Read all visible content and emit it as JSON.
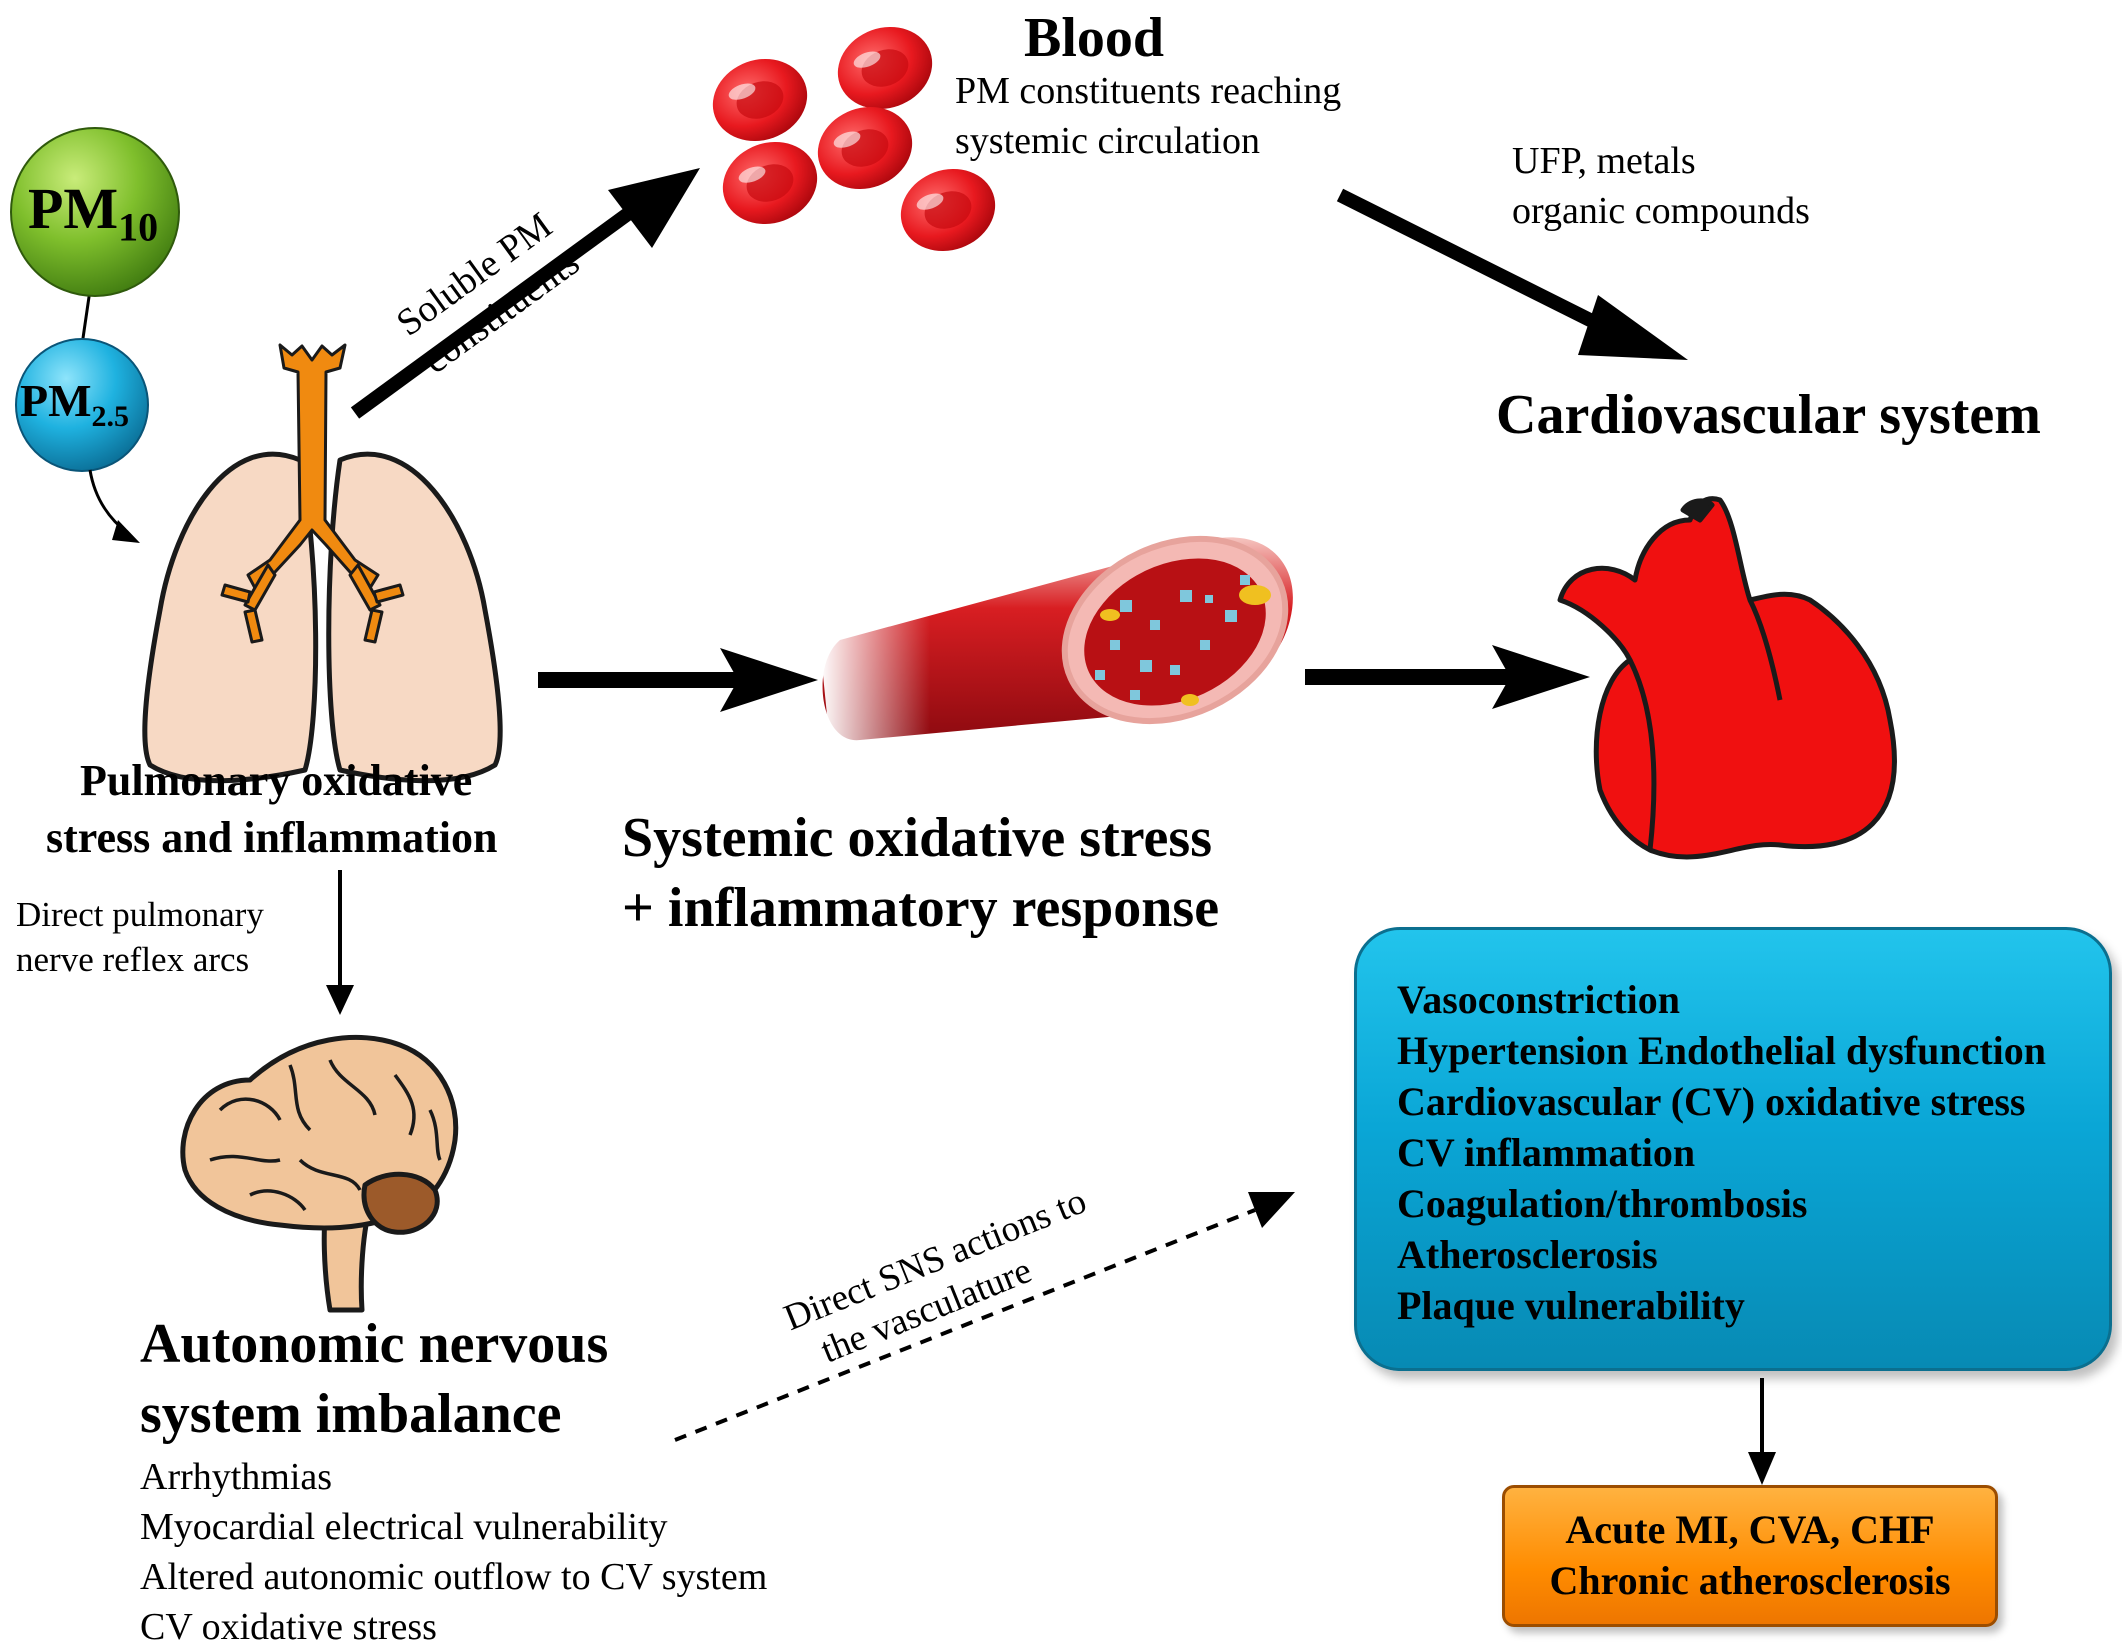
{
  "pm_labels": {
    "pm10_main": "PM",
    "pm10_sub": "10",
    "pm25_main": "PM",
    "pm25_sub": "2.5"
  },
  "blood": {
    "title": "Blood",
    "desc_line1": "PM constituents reaching",
    "desc_line2": "systemic circulation"
  },
  "soluble": {
    "line1": "Soluble PM",
    "line2": "constituents"
  },
  "ufp": {
    "line1": "UFP, metals",
    "line2": "organic compounds"
  },
  "cardiovascular_title": "Cardiovascular system",
  "pulmonary": {
    "line1": "Pulmonary oxidative",
    "line2": "stress and inflammation"
  },
  "systemic": {
    "line1": "Systemic oxidative stress",
    "line2": "+ inflammatory response"
  },
  "reflex": {
    "line1": "Direct pulmonary",
    "line2": "nerve reflex arcs"
  },
  "autonomic": {
    "title_line1": "Autonomic nervous",
    "title_line2": "system imbalance",
    "effects": [
      "Arrhythmias",
      "Myocardial electrical vulnerability",
      "Altered autonomic outflow to CV system",
      "CV oxidative stress"
    ]
  },
  "sns": {
    "line1": "Direct SNS actions to",
    "line2": "the vasculature"
  },
  "cv_effects": [
    "Vasoconstriction",
    "Hypertension Endothelial dysfunction",
    "Cardiovascular (CV) oxidative stress",
    "CV inflammation",
    "Coagulation/thrombosis",
    "Atherosclerosis",
    "Plaque vulnerability"
  ],
  "outcomes": [
    "Acute MI, CVA, CHF",
    "Chronic atherosclerosis"
  ],
  "colors": {
    "pm10": "#6aaa1e",
    "pm25": "#1aa3d4",
    "trachea": "#f08a10",
    "lung": "#f7d9c4",
    "blood_cell": "#e8191f",
    "vessel": "#c8101a",
    "heart": "#f01010",
    "brain": "#f1c59a",
    "box_blue": "#0aa6d6",
    "box_orange": "#ff8c00"
  },
  "icons": [
    "pm10-particle-icon",
    "pm25-particle-icon",
    "lungs-icon",
    "red-blood-cell-icon",
    "blood-vessel-icon",
    "heart-icon",
    "brain-icon"
  ]
}
